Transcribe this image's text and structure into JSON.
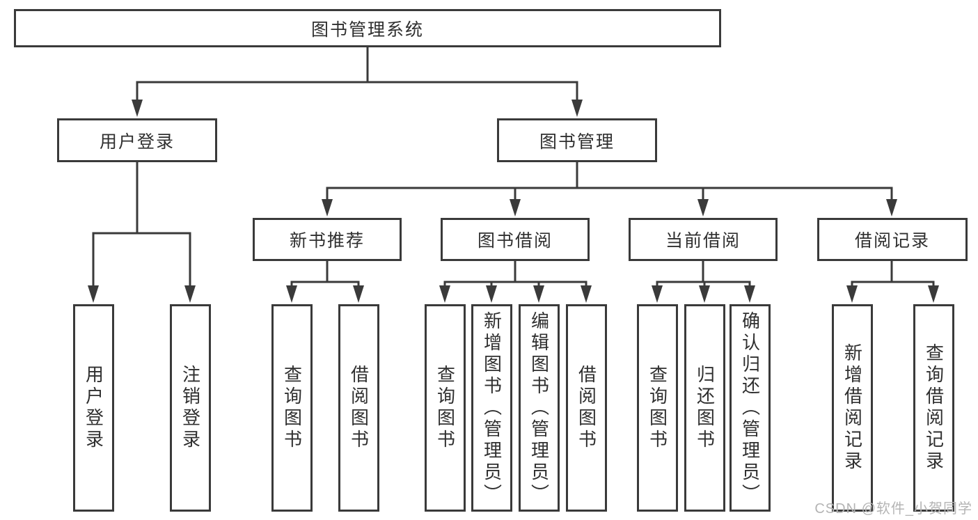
{
  "diagram": {
    "type": "hierarchy-tree",
    "colors": {
      "line": "#3a3a3a",
      "box_border": "#3a3a3a",
      "text": "#2f2f2f",
      "background": "#ffffff",
      "watermark": "#b4b4b4"
    },
    "watermark": "CSDN @软件_小贺同学",
    "nodes": {
      "root": {
        "label": "图书管理系统",
        "children": [
          "user_login",
          "book_mgmt"
        ]
      },
      "user_login": {
        "label": "用户登录",
        "children": [
          "login",
          "logout"
        ]
      },
      "book_mgmt": {
        "label": "图书管理",
        "children": [
          "new_rec",
          "borrow",
          "current",
          "record"
        ]
      },
      "new_rec": {
        "label": "新书推荐",
        "children": [
          "rec_query",
          "rec_borrow"
        ]
      },
      "borrow": {
        "label": "图书借阅",
        "children": [
          "bor_query",
          "bor_add",
          "bor_edit",
          "bor_borrow"
        ]
      },
      "current": {
        "label": "当前借阅",
        "children": [
          "cur_query",
          "cur_return",
          "cur_confirm"
        ]
      },
      "record": {
        "label": "借阅记录",
        "children": [
          "record_add",
          "record_query"
        ]
      },
      "login": {
        "label": "用户登录"
      },
      "logout": {
        "label": "注销登录"
      },
      "rec_query": {
        "label": "查询图书"
      },
      "rec_borrow": {
        "label": "借阅图书"
      },
      "bor_query": {
        "label": "查询图书"
      },
      "bor_add": {
        "label": "新增图书（管理员）"
      },
      "bor_edit": {
        "label": "编辑图书（管理员）"
      },
      "bor_borrow": {
        "label": "借阅图书"
      },
      "cur_query": {
        "label": "查询图书"
      },
      "cur_return": {
        "label": "归还图书"
      },
      "cur_confirm": {
        "label": "确认归还（管理员）"
      },
      "record_add": {
        "label": "新增借阅记录"
      },
      "record_query": {
        "label": "查询借阅记录"
      }
    }
  }
}
